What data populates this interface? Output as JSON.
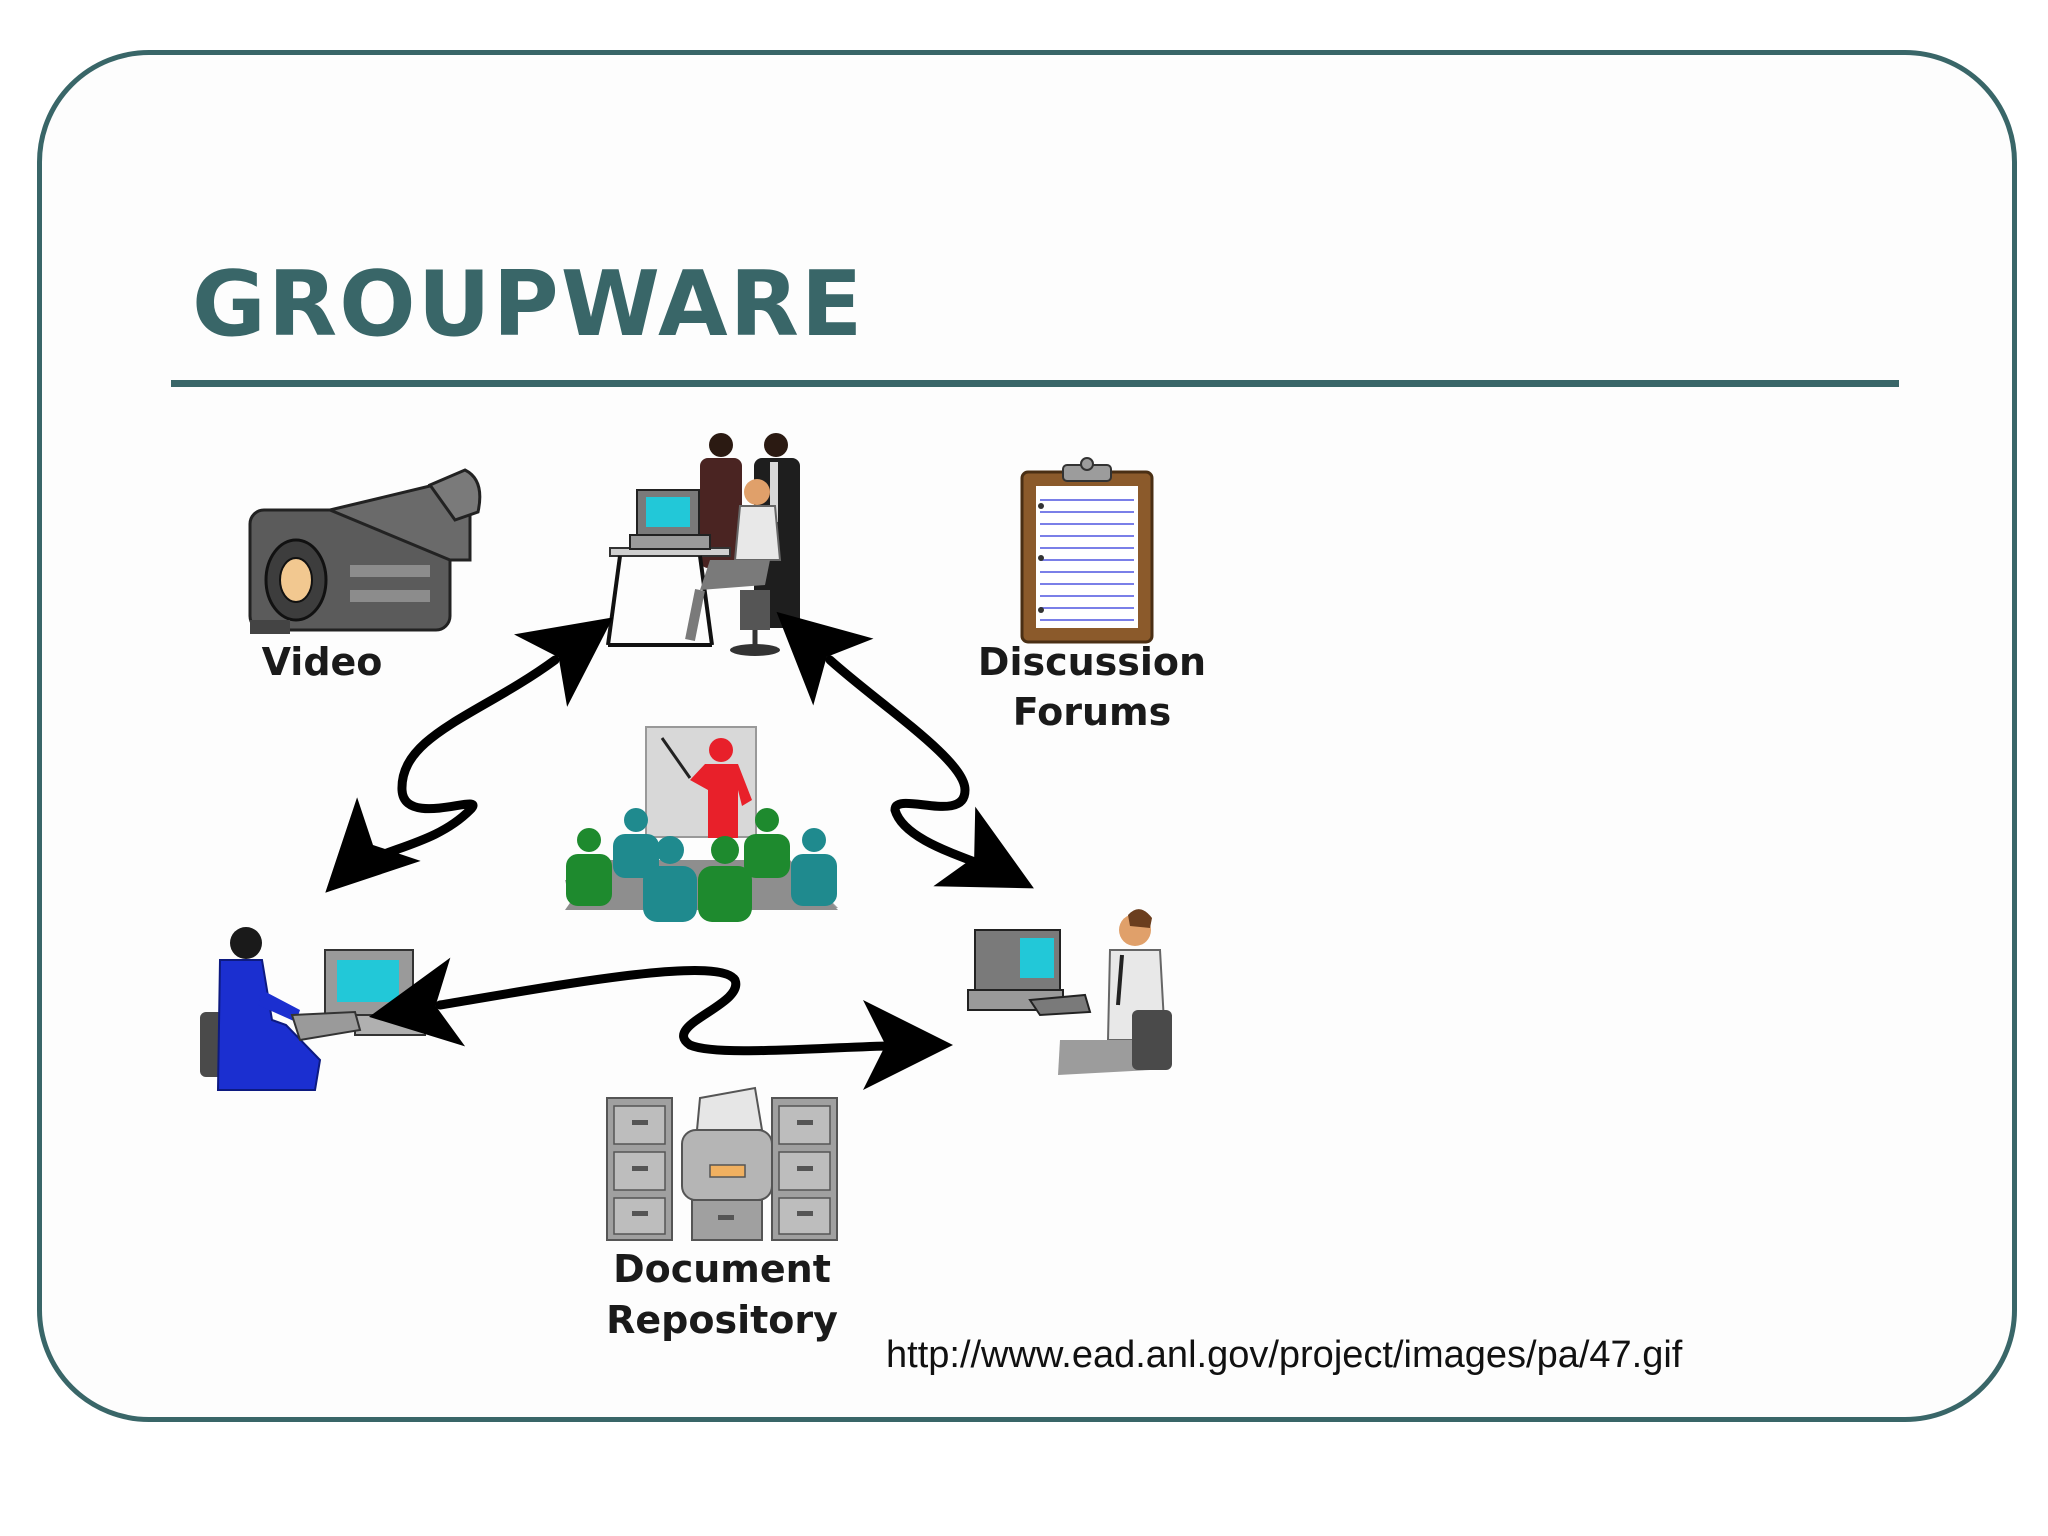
{
  "slide": {
    "title": "GROUPWARE",
    "source_url": "http://www.ead.anl.gov/project/images/pa/47.gif"
  },
  "diagram": {
    "nodes": {
      "video": {
        "label": "Video",
        "icon": "video-camera-icon"
      },
      "discussion": {
        "label_line1": "Discussion",
        "label_line2": "Forums",
        "icon": "clipboard-icon"
      },
      "team": {
        "icon": "team-at-computer-icon"
      },
      "meeting": {
        "icon": "presentation-meeting-icon"
      },
      "user_left": {
        "icon": "woman-at-computer-icon"
      },
      "user_right": {
        "icon": "man-at-computer-icon"
      },
      "repository": {
        "label_line1": "Document",
        "label_line2": "Repository",
        "icon": "file-cabinets-icon"
      }
    },
    "connections": [
      {
        "from": "team",
        "to": "user_left"
      },
      {
        "from": "team",
        "to": "user_right"
      },
      {
        "from": "user_left",
        "to": "user_right"
      }
    ]
  },
  "colors": {
    "frame": "#396668",
    "title": "#396668",
    "arrows": "#000000",
    "presenter": "#e8202a",
    "audience_green": "#1e8a2e",
    "audience_teal": "#1f8a8e",
    "woman_blue": "#1b2fd0",
    "screen_cyan": "#22c8d8"
  }
}
